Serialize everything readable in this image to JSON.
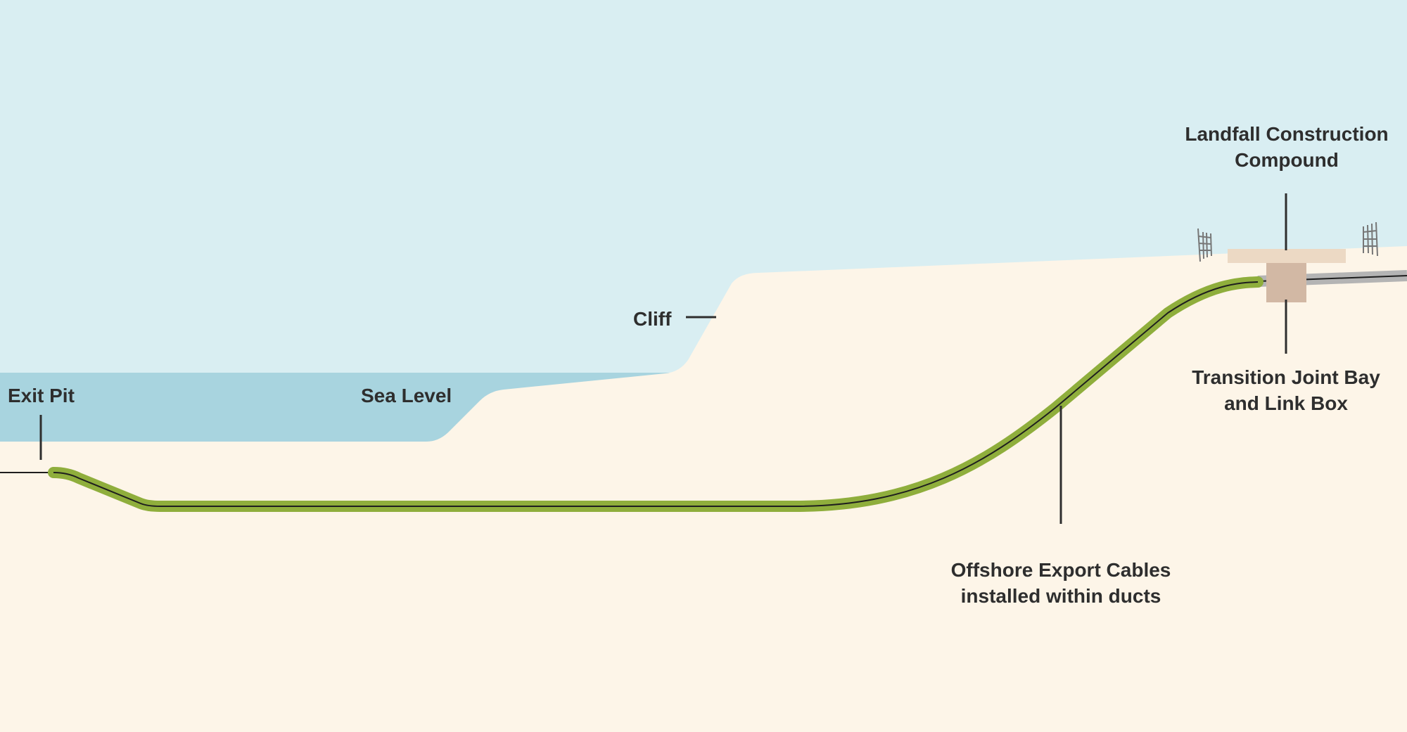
{
  "labels": {
    "exit_pit": "Exit Pit",
    "sea_level": "Sea Level",
    "cliff": "Cliff",
    "landfall_line1": "Landfall Construction",
    "landfall_line2": "Compound",
    "tjb_line1": "Transition Joint Bay",
    "tjb_line2": "and Link Box",
    "cables_line1": "Offshore Export Cables",
    "cables_line2": "installed within ducts"
  },
  "colors": {
    "sky": "#d9eef2",
    "sea": "#a8d4df",
    "ground": "#fdf5e8",
    "duct": "#8fae3c",
    "cable": "#1e1e1e",
    "compound_pad": "#ecd9c4",
    "joint_bay": "#d2b8a4",
    "onshore_duct": "#b4b4b4",
    "leader": "#2e2e2e",
    "fence": "#777777"
  }
}
